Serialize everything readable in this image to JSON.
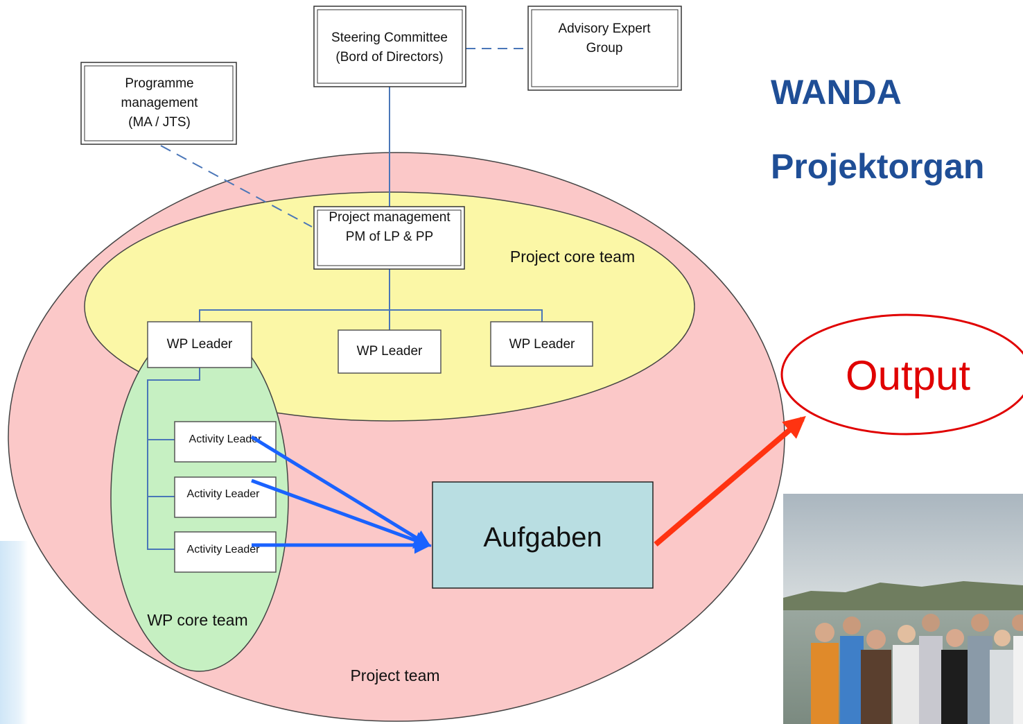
{
  "title": {
    "line1": "WANDA",
    "line2": "Projektorgan"
  },
  "boxes": {
    "steering_line1": "Steering Committee",
    "steering_line2": "(Bord of Directors)",
    "advisory_line1": "Advisory Expert",
    "advisory_line2": "Group",
    "programme_line1": "Programme",
    "programme_line2": "management",
    "programme_line3": "(MA / JTS)",
    "pm_line1": "Project management",
    "pm_line2": "PM of LP & PP",
    "wp_leader_1": "WP Leader",
    "wp_leader_2": "WP Leader",
    "wp_leader_3": "WP Leader",
    "activity_leader_1": "Activity Leader",
    "activity_leader_2": "Activity Leader",
    "activity_leader_3": "Activity Leader",
    "aufgaben": "Aufgaben"
  },
  "regions": {
    "project_core_team": "Project core team",
    "wp_core_team": "WP core team",
    "project_team": "Project team"
  },
  "output": "Output",
  "colors": {
    "project_team_fill": "#fbc8c8",
    "core_team_fill": "#fbf7a6",
    "wp_core_fill": "#c6f0c2",
    "aufgaben_fill": "#b9dee2",
    "connector": "#4a76b8",
    "blue_arrow": "#1a62ff",
    "red_arrow": "#ff3311",
    "output_ring": "#e00000",
    "title": "#1f4e96"
  }
}
